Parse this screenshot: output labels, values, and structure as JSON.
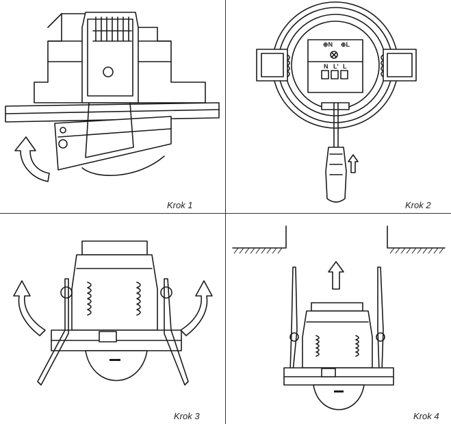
{
  "steps": [
    {
      "caption": "Krok 1"
    },
    {
      "caption": "Krok 2"
    },
    {
      "caption": "Krok 3"
    },
    {
      "caption": "Krok 4"
    }
  ],
  "terminals": {
    "top_left": "⊕N",
    "top_right": "⊕L",
    "labels": [
      "N",
      "L'",
      "L"
    ]
  }
}
